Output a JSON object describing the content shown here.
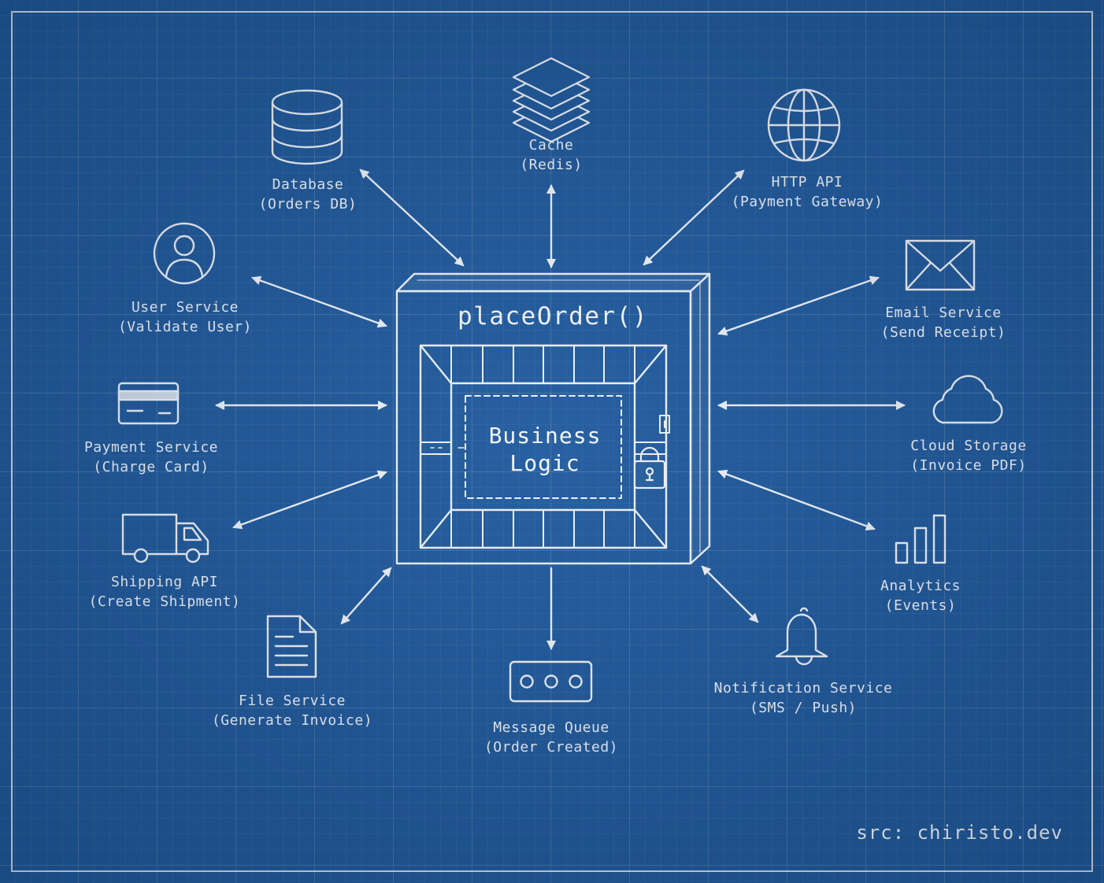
{
  "function": {
    "name": "placeOrder()",
    "core": [
      "Business",
      "Logic"
    ]
  },
  "nodes": {
    "cache": {
      "title": "Cache",
      "subtitle": "(Redis)",
      "icon": "layers-icon"
    },
    "database": {
      "title": "Database",
      "subtitle": "(Orders DB)",
      "icon": "database-icon"
    },
    "http_api": {
      "title": "HTTP API",
      "subtitle": "(Payment Gateway)",
      "icon": "globe-icon"
    },
    "user_service": {
      "title": "User Service",
      "subtitle": "(Validate User)",
      "icon": "user-icon"
    },
    "email_service": {
      "title": "Email Service",
      "subtitle": "(Send Receipt)",
      "icon": "envelope-icon"
    },
    "payment_service": {
      "title": "Payment Service",
      "subtitle": "(Charge Card)",
      "icon": "credit-card-icon"
    },
    "cloud_storage": {
      "title": "Cloud Storage",
      "subtitle": "(Invoice PDF)",
      "icon": "cloud-icon"
    },
    "shipping_api": {
      "title": "Shipping API",
      "subtitle": "(Create Shipment)",
      "icon": "truck-icon"
    },
    "analytics": {
      "title": "Analytics",
      "subtitle": "(Events)",
      "icon": "bar-chart-icon"
    },
    "file_service": {
      "title": "File Service",
      "subtitle": "(Generate Invoice)",
      "icon": "document-icon"
    },
    "message_queue": {
      "title": "Message Queue",
      "subtitle": "(Order Created)",
      "icon": "queue-icon"
    },
    "notification_service": {
      "title": "Notification Service",
      "subtitle": "(SMS / Push)",
      "icon": "bell-icon"
    }
  },
  "source": "src: chiristo.dev",
  "colors": {
    "background": "#1f5a9e",
    "line": "#eef3fb"
  }
}
